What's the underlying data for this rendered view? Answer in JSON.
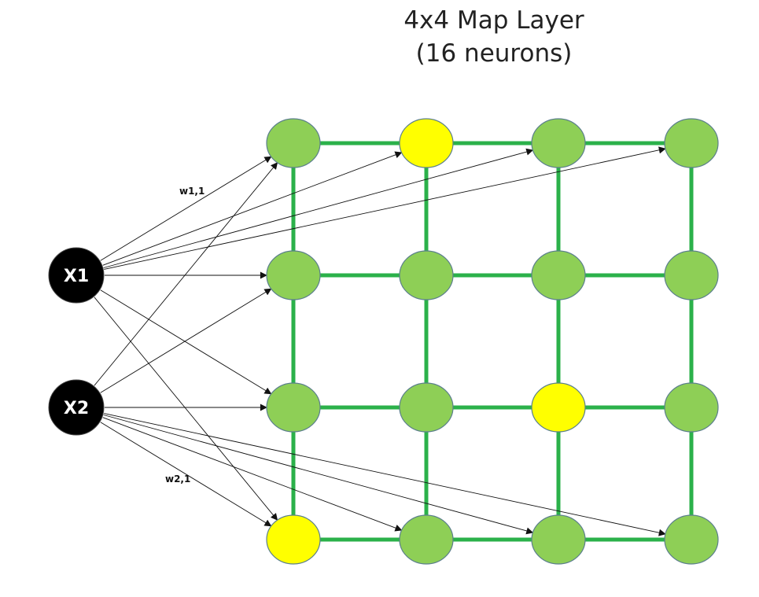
{
  "title": {
    "line1": "4x4 Map Layer",
    "line2": "(16 neurons)"
  },
  "inputs": [
    {
      "id": "x1",
      "label": "X1"
    },
    {
      "id": "x2",
      "label": "X2"
    }
  ],
  "weight_labels": {
    "w11": "w1,1",
    "w21": "w2,1"
  },
  "map": {
    "rows": 4,
    "cols": 4,
    "node_color": "#8ecf56",
    "highlight_color": "#ffff00",
    "link_color": "#2bb14a",
    "highlighted": [
      [
        0,
        1
      ],
      [
        2,
        2
      ],
      [
        3,
        0
      ]
    ]
  },
  "input_color": "#000000",
  "connections": [
    {
      "from": "x1",
      "to": [
        0,
        0
      ]
    },
    {
      "from": "x1",
      "to": [
        0,
        1
      ]
    },
    {
      "from": "x1",
      "to": [
        0,
        2
      ]
    },
    {
      "from": "x1",
      "to": [
        0,
        3
      ]
    },
    {
      "from": "x1",
      "to": [
        1,
        0
      ]
    },
    {
      "from": "x1",
      "to": [
        2,
        0
      ]
    },
    {
      "from": "x1",
      "to": [
        3,
        0
      ]
    },
    {
      "from": "x2",
      "to": [
        0,
        0
      ]
    },
    {
      "from": "x2",
      "to": [
        1,
        0
      ]
    },
    {
      "from": "x2",
      "to": [
        2,
        0
      ]
    },
    {
      "from": "x2",
      "to": [
        3,
        0
      ]
    },
    {
      "from": "x2",
      "to": [
        3,
        1
      ]
    },
    {
      "from": "x2",
      "to": [
        3,
        2
      ]
    },
    {
      "from": "x2",
      "to": [
        3,
        3
      ]
    }
  ]
}
